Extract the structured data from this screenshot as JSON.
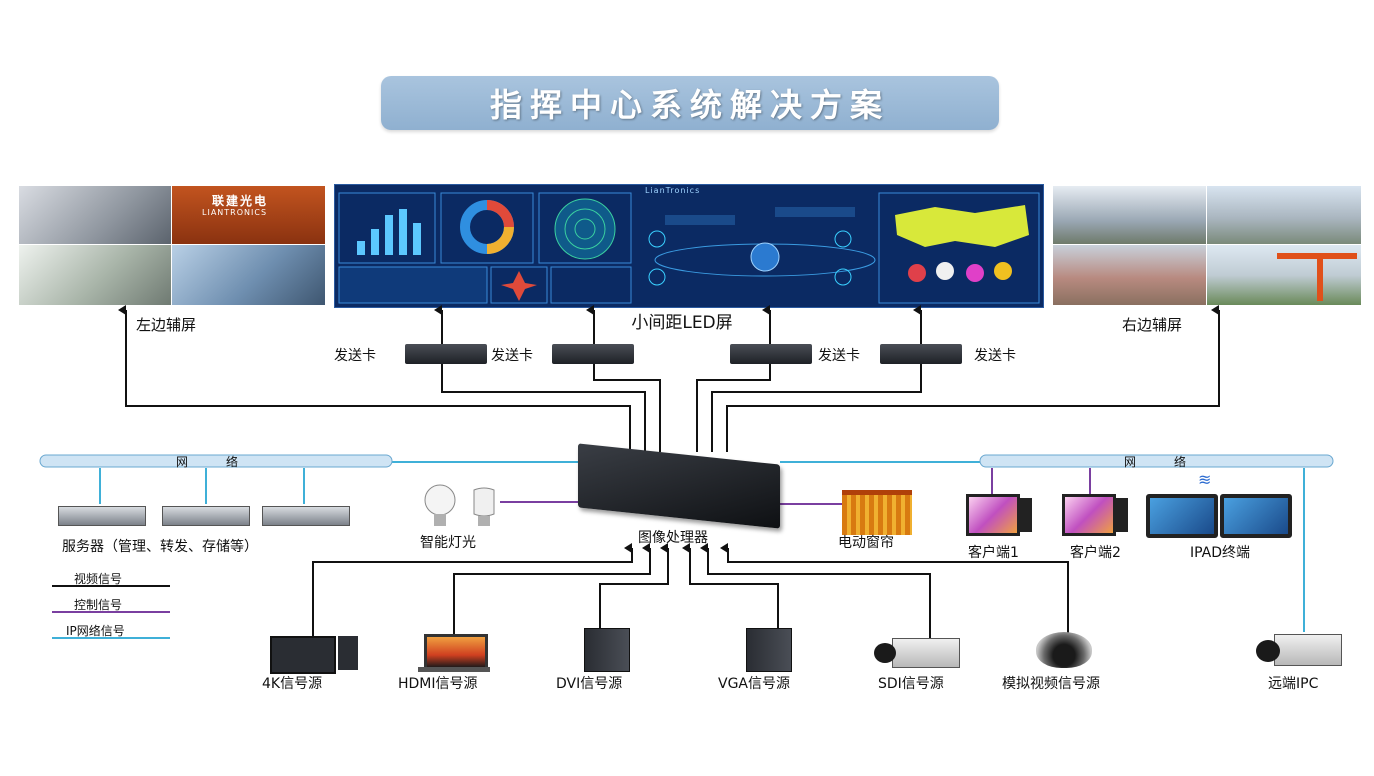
{
  "title": "指挥中心系统解决方案",
  "labels": {
    "left_screen": "左边辅屏",
    "center_screen": "小间距LED屏",
    "right_screen": "右边辅屏",
    "sender_card": "发送卡",
    "network": "网",
    "network2": "络",
    "servers": "服务器（管理、转发、存储等）",
    "smart_light": "智能灯光",
    "processor": "图像处理器",
    "curtain": "电动窗帘",
    "client1": "客户端1",
    "client2": "客户端2",
    "ipad": "IPAD终端",
    "src_4k": "4K信号源",
    "src_hdmi": "HDMI信号源",
    "src_dvi": "DVI信号源",
    "src_vga": "VGA信号源",
    "src_sdi": "SDI信号源",
    "src_analog": "模拟视频信号源",
    "remote_ipc": "远端IPC",
    "company_sign": "联建光电",
    "company_sign_en": "LIANTRONICS",
    "led_header": "LianTronics"
  },
  "legend": [
    {
      "label": "视频信号",
      "color": "#111111"
    },
    {
      "label": "控制信号",
      "color": "#7a3fa0"
    },
    {
      "label": "IP网络信号",
      "color": "#3fb0d8"
    }
  ],
  "colors": {
    "video": "#111111",
    "control": "#7a3fa0",
    "ip": "#3fb0d8",
    "title_bg": "#9dbad8"
  },
  "icons": {
    "server": "server-rack-icon",
    "bulb": "light-bulb-icon",
    "curtain": "stage-curtain-icon",
    "monitor": "desktop-pc-icon",
    "tablet": "tablet-icon",
    "camera": "box-camera-icon",
    "dome": "dome-camera-icon",
    "wifi": "wifi-icon"
  }
}
